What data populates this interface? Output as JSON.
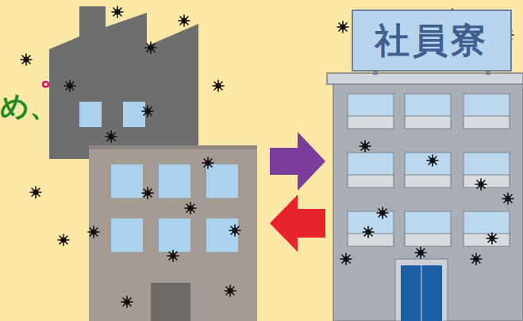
{
  "diagram": {
    "nodes": [
      {
        "text": [
          "社員寮"
        ]
      }
    ],
    "labels": [
      "。",
      "め、"
    ]
  }
}
